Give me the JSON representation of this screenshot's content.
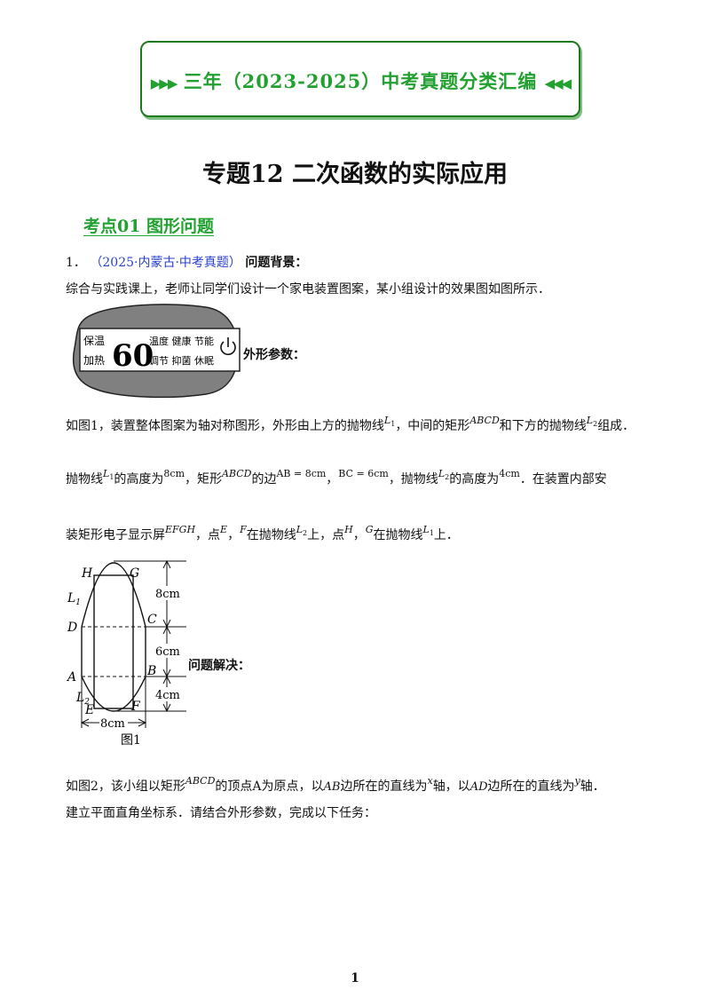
{
  "banner": {
    "text": "三年（2023-2025）中考真题分类汇编"
  },
  "title": "专题12  二次函数的实际应用",
  "kaodian": "考点01  图形问题",
  "q1": {
    "number": "1．",
    "source": "（2025·内蒙古·中考真题）",
    "label": "问题背景：",
    "line1": "综合与实践课上，老师让同学们设计一个家电装置图案，某小组设计的效果图如图所示．",
    "outer_param": "外形参数：",
    "display": {
      "left_top": "保温",
      "left_bottom": "加热",
      "number": "60",
      "right_top": "温度 健康 节能",
      "right_bottom": "调节 抑菌 休眠"
    },
    "p1": {
      "a": "如图1，装置整体图案为轴对称图形，外形由上方的抛物线",
      "b": "，中间的矩形",
      "c": "和下方的抛物线",
      "d": "组成．"
    },
    "p2": {
      "a": "抛物线",
      "b": "的高度为",
      "c": "8cm",
      "d": "，矩形",
      "e": "的边",
      "f": "AB = 8cm",
      "g": "，",
      "h": "BC = 6cm",
      "i": "，抛物线",
      "j": "的高度为",
      "k": "4cm",
      "l": "．在装置内部安"
    },
    "p3": {
      "a": "装矩形电子显示屏",
      "b": "，点",
      "c": "，",
      "d": "在抛物线",
      "e": "上，点",
      "f": "，",
      "g": "在抛物线",
      "h": "上．"
    },
    "solve_label": "问题解决：",
    "p4": {
      "a": "如图2，该小组以矩形",
      "b": "的顶点A为原点，以",
      "c": "边所在的直线为",
      "d": "轴，以",
      "e": "边所在的直线为",
      "f": "轴．"
    },
    "p5": "建立平面直角坐标系．请结合外形参数，完成以下任务：",
    "math": {
      "L1": "L",
      "L1_sub": "1",
      "L2": "L",
      "L2_sub": "2",
      "ABCD": "ABCD",
      "EFGH": "EFGH",
      "E": "E",
      "F": "F",
      "H": "H",
      "G": "G",
      "AB": "AB",
      "AD": "AD",
      "x": "x",
      "y": "y"
    },
    "figure": {
      "caption": "图1",
      "labels": {
        "H": "H",
        "G": "G",
        "L1": "L",
        "L1s": "1",
        "C": "C",
        "D": "D",
        "A": "A",
        "B": "B",
        "L2": "L",
        "L2s": "2",
        "E": "E",
        "F": "F"
      },
      "dims": {
        "top": "8cm",
        "middle": "6cm",
        "bottom": "4cm",
        "width": "8cm"
      }
    }
  },
  "page_number": "1"
}
